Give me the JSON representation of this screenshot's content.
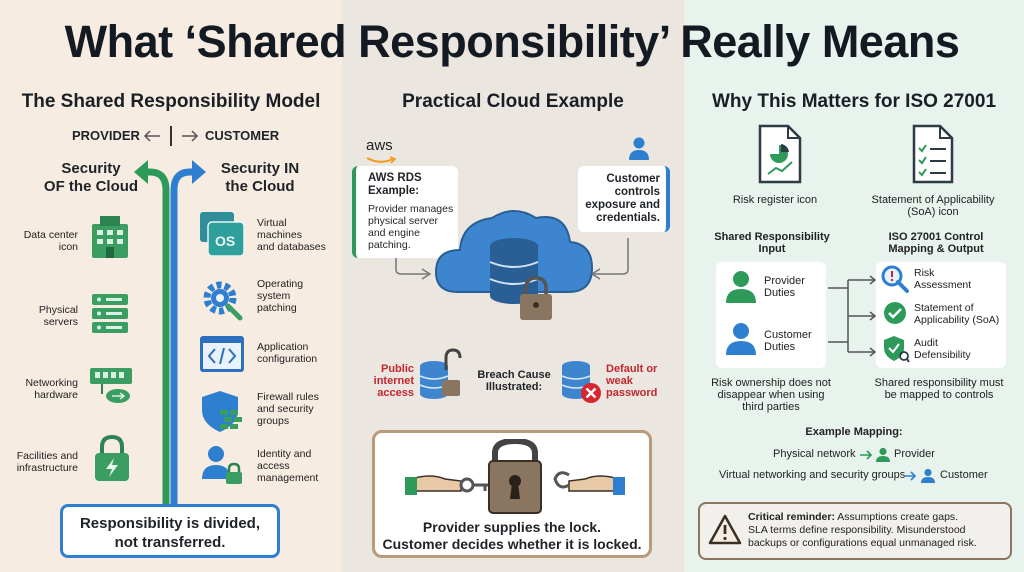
{
  "title": "What ‘Shared Responsibility’ Really Means",
  "left": {
    "heading": "The Shared Responsibility Model",
    "provider_label": "PROVIDER",
    "customer_label": "CUSTOMER",
    "provider_title": "Security\nOF the Cloud",
    "customer_title": "Security IN\nthe Cloud",
    "provider_items": [
      {
        "label": "Data center\nicon",
        "icon": "data-center-icon"
      },
      {
        "label": "Physical\nservers",
        "icon": "server-rack-icon"
      },
      {
        "label": "Networking\nhardware",
        "icon": "network-hardware-icon"
      },
      {
        "label": "Facilities and\ninfrastructure",
        "icon": "facility-lock-icon"
      }
    ],
    "customer_items": [
      {
        "label": "Virtual\nmachines\nand databases",
        "icon": "os-windows-icon",
        "icon_text": "OS"
      },
      {
        "label": "Operating\nsystem\npatching",
        "icon": "gear-wrench-icon"
      },
      {
        "label": "Application\nconfiguration",
        "icon": "code-window-icon"
      },
      {
        "label": "Firewall rules\nand security\ngroups",
        "icon": "shield-firewall-icon"
      },
      {
        "label": "Identity and\naccess\nmanagement",
        "icon": "user-lock-icon"
      }
    ],
    "callout": "Responsibility is divided,\nnot transferred.",
    "colors": {
      "provider": "#2e9a5a",
      "customer": "#2f7fd0"
    }
  },
  "middle": {
    "heading": "Practical Cloud Example",
    "aws_logo": "aws",
    "aws_box_title": "AWS RDS\nExample:",
    "aws_box_text": "Provider manages\nphysical server\nand engine\npatching.",
    "customer_box_text": "Customer\ncontrols\nexposure and\ncredentials.",
    "breach_label": "Breach Cause\nIllustrated:",
    "breach_left": "Public\ninternet\naccess",
    "breach_right": "Default or\nweak\npassword",
    "lock_callout": "Provider supplies the lock.\nCustomer decides whether it is locked."
  },
  "right": {
    "heading": "Why This Matters for ISO 27001",
    "risk_register_label": "Risk register icon",
    "soa_label": "Statement of Applicability\n(SoA) icon",
    "input_title": "Shared Responsibility\nInput",
    "output_title": "ISO 27001 Control\nMapping & Output",
    "provider_duties": "Provider\nDuties",
    "customer_duties": "Customer\nDuties",
    "outputs": [
      {
        "label": "Risk\nAssessment",
        "icon": "magnifier-risk-icon"
      },
      {
        "label": "Statement of\nApplicability (SoA)",
        "icon": "check-circle-icon"
      },
      {
        "label": "Audit\nDefensibility",
        "icon": "audit-shield-icon"
      }
    ],
    "note_left": "Risk ownership does not\ndisappear when using\nthird parties",
    "note_right": "Shared responsibility must\nbe mapped to controls",
    "example_title": "Example Mapping:",
    "example_rows": [
      {
        "from": "Physical network",
        "to": "Provider"
      },
      {
        "from": "Virtual networking and security groups",
        "to": "Customer"
      }
    ],
    "reminder_bold": "Critical reminder:",
    "reminder_text": " Assumptions create gaps.\nSLA terms define responsibility. Misunderstood\nbackups or configurations equal unmanaged risk."
  }
}
